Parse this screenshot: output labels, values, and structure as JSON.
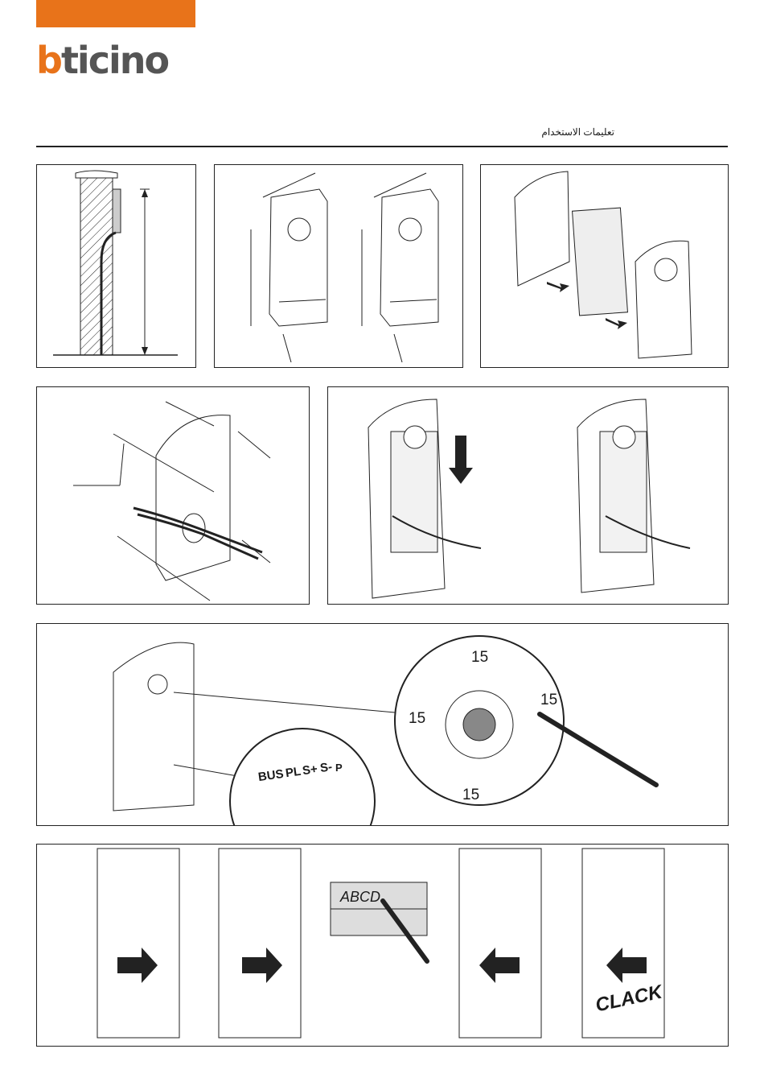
{
  "brand": {
    "name_prefix": "b",
    "name_rest": "ticino",
    "accent_color": "#e8731a"
  },
  "header": {
    "subtitle": "تعليمات الاستخدام"
  },
  "panel_wiring": {
    "terminals": [
      "BUS",
      "PL",
      "S+",
      "S-",
      "P"
    ],
    "adjust_values": [
      "15",
      "15",
      "15",
      "15"
    ]
  },
  "panel_label": {
    "card_text": "ABCD"
  },
  "panel_clip": {
    "sound_text": "CLACK"
  },
  "icons": [
    "arrow-icon",
    "screw-icon",
    "screwdriver-icon",
    "pencil-icon"
  ]
}
